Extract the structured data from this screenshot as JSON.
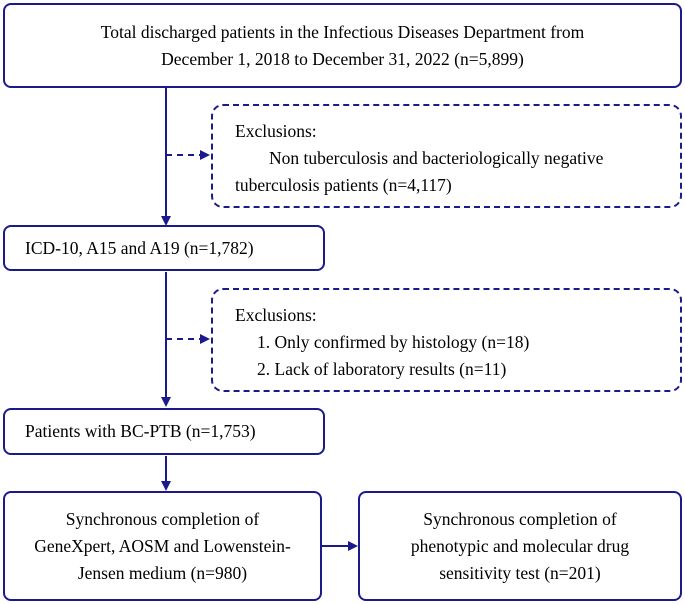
{
  "diagram": {
    "total": {
      "line1": "Total discharged patients in the Infectious Diseases Department from",
      "line2": "December 1, 2018 to December 31, 2022 (n=5,899)"
    },
    "exclusion1": {
      "heading": "Exclusions:",
      "line1": "Non tuberculosis and bacteriologically negative",
      "line2": "tuberculosis patients (n=4,117)"
    },
    "icd": {
      "label": "ICD-10, A15 and A19 (n=1,782)"
    },
    "exclusion2": {
      "heading": "Exclusions:",
      "item1": "1. Only confirmed by histology (n=18)",
      "item2": "2. Lack of laboratory results (n=11)"
    },
    "bcptb": {
      "label": "Patients with BC-PTB (n=1,753)"
    },
    "sync1": {
      "line1": "Synchronous completion of",
      "line2": "GeneXpert, AOSM and Lowenstein-",
      "line3": "Jensen medium (n=980)"
    },
    "sync2": {
      "line1": "Synchronous completion of",
      "line2": "phenotypic and molecular drug",
      "line3": "sensitivity test (n=201)"
    },
    "colors": {
      "stroke": "#1a1a8c"
    }
  }
}
